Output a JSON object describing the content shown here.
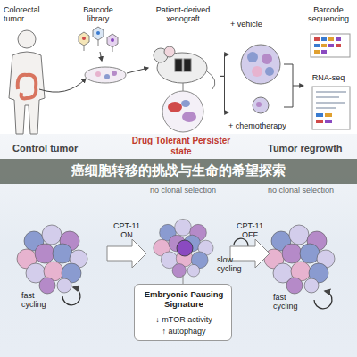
{
  "diagram": {
    "title": "癌细胞转移的挑战与生命的希望探索",
    "nodes": [
      {
        "text": [
          "Colorectal tumor"
        ]
      },
      {
        "text": [
          "Barcode library"
        ]
      },
      {
        "text": [
          "Patient-derived xenograft"
        ]
      },
      {
        "text": [
          "+ vehicle"
        ]
      },
      {
        "text": [
          "+ chemotherapy"
        ]
      },
      {
        "text": [
          "Barcode sequencing"
        ]
      },
      {
        "text": [
          "RNA-seq"
        ]
      },
      {
        "text": [
          "fast cycling"
        ]
      },
      {
        "text": [
          "slow cycling"
        ]
      },
      {
        "text": [
          "Embryonic Pausing Signature",
          "↓ mTOR activity",
          "↑ autophagy"
        ]
      },
      {
        "text": [
          "fast cycling"
        ]
      }
    ],
    "edges": [
      {
        "from": 2,
        "to": 3,
        "arrow": "to"
      },
      {
        "from": 2,
        "to": 4,
        "arrow": "to"
      }
    ],
    "labels": [
      "Control tumor",
      "Drug Tolerant Persister state",
      "no clonal selection",
      "Tumor regrowth",
      "no clonal selection",
      "CPT-11 ON",
      "CPT-11 OFF"
    ]
  }
}
